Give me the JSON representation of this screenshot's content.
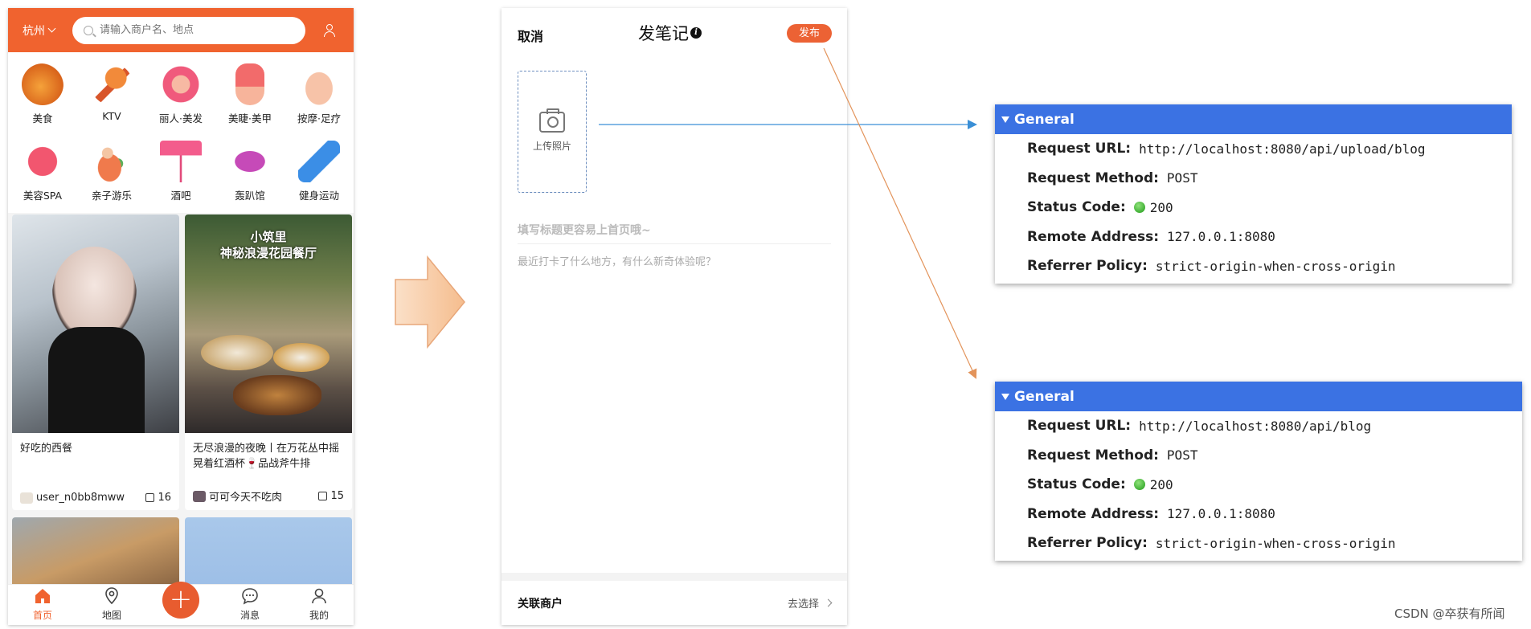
{
  "phone1": {
    "city": "杭州",
    "search_placeholder": "请输入商户名、地点",
    "categories": [
      {
        "label": "美食",
        "icon": "roast-chicken-icon"
      },
      {
        "label": "KTV",
        "icon": "microphone-icon"
      },
      {
        "label": "丽人·美发",
        "icon": "hair-salon-icon"
      },
      {
        "label": "美睫·美甲",
        "icon": "nail-icon"
      },
      {
        "label": "按摩·足疗",
        "icon": "foot-massage-icon"
      },
      {
        "label": "美容SPA",
        "icon": "face-mask-icon"
      },
      {
        "label": "亲子游乐",
        "icon": "parent-child-icon"
      },
      {
        "label": "酒吧",
        "icon": "cocktail-icon"
      },
      {
        "label": "轰趴馆",
        "icon": "party-mask-icon"
      },
      {
        "label": "健身运动",
        "icon": "dumbbell-icon"
      }
    ],
    "cards": [
      {
        "title": "好吃的西餐",
        "user": "user_n0bb8mww",
        "likes": "16"
      },
      {
        "title": "无尽浪漫的夜晚丨在万花丛中摇晃着红酒杯🍷品战斧牛排",
        "user": "可可今天不吃肉",
        "likes": "15",
        "overlay": "小筑里\n神秘浪漫花园餐厅"
      }
    ],
    "tabs": [
      {
        "label": "首页",
        "icon": "home-icon"
      },
      {
        "label": "地图",
        "icon": "map-pin-icon"
      },
      {
        "label": "",
        "icon": "plus-icon"
      },
      {
        "label": "消息",
        "icon": "message-icon"
      },
      {
        "label": "我的",
        "icon": "profile-icon"
      }
    ]
  },
  "phone2": {
    "cancel": "取消",
    "title": "发笔记",
    "publish": "发布",
    "upload_label": "上传照片",
    "title_placeholder": "填写标题更容易上首页哦~",
    "content_placeholder": "最近打卡了什么地方，有什么新奇体验呢？",
    "shop_label": "关联商户",
    "shop_pick": "去选择"
  },
  "panels": [
    {
      "header": "General",
      "rows": [
        {
          "key": "Request URL:",
          "value": "http://localhost:8080/api/upload/blog"
        },
        {
          "key": "Request Method:",
          "value": "POST"
        },
        {
          "key": "Status Code:",
          "value": "200"
        },
        {
          "key": "Remote Address:",
          "value": "127.0.0.1:8080"
        },
        {
          "key": "Referrer Policy:",
          "value": "strict-origin-when-cross-origin"
        }
      ]
    },
    {
      "header": "General",
      "rows": [
        {
          "key": "Request URL:",
          "value": "http://localhost:8080/api/blog"
        },
        {
          "key": "Request Method:",
          "value": "POST"
        },
        {
          "key": "Status Code:",
          "value": "200"
        },
        {
          "key": "Remote Address:",
          "value": "127.0.0.1:8080"
        },
        {
          "key": "Referrer Policy:",
          "value": "strict-origin-when-cross-origin"
        }
      ]
    }
  ],
  "colors": {
    "brand": "#f0632f",
    "devtools_header": "#3b72e3",
    "status_ok": "#1f9a19"
  },
  "watermark": "CSDN @卒获有所闻"
}
